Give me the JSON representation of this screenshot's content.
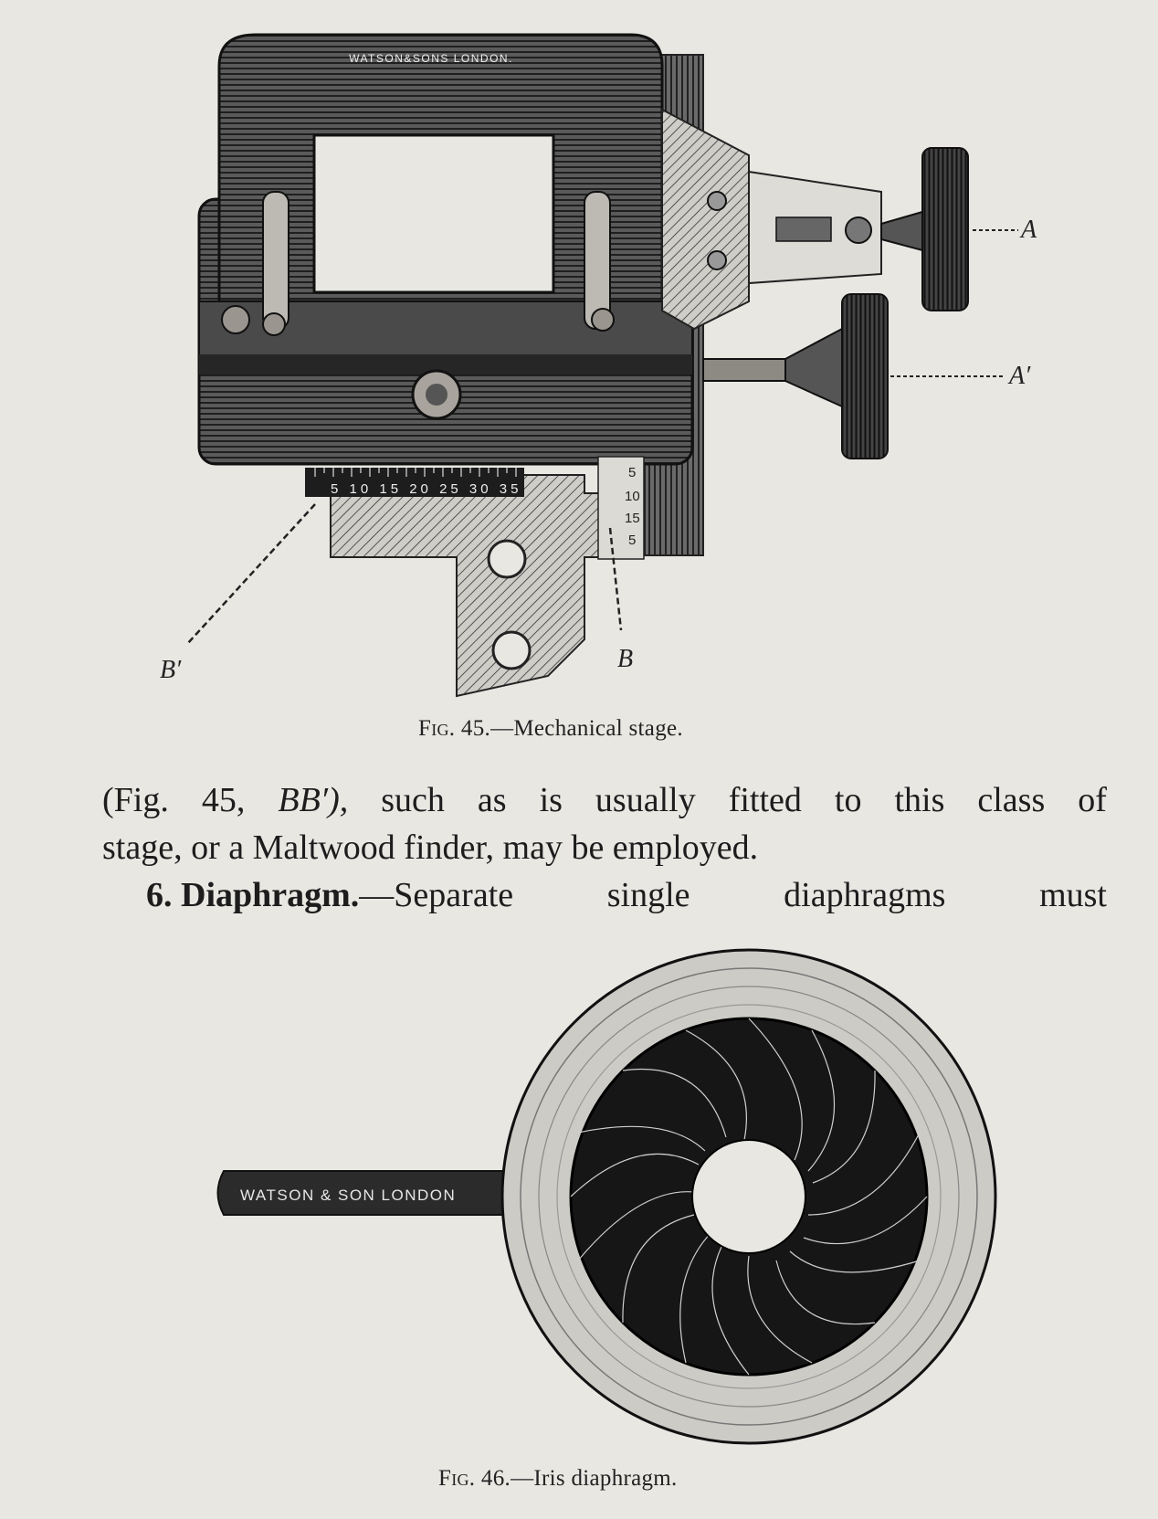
{
  "figure45": {
    "plate_text": "WATSON&SONS LONDON.",
    "scale_b_prime": "5 10 15 20 25 30 35",
    "scale_b": [
      "5",
      "10",
      "15",
      "5"
    ],
    "label_a": "A",
    "label_a_prime": "A′",
    "label_b": "B",
    "label_b_prime": "B′",
    "caption_fig": "Fig.",
    "caption_rest": "45.—Mechanical stage."
  },
  "body": {
    "line1": [
      "(Fig.",
      "45,",
      "BB′),",
      "such",
      "as",
      "is",
      "usually",
      "fitted",
      "to",
      "this",
      "class",
      "of"
    ],
    "line2": "stage, or a Maltwood finder, may be employed.",
    "line3_bold": "6. Diaphragm.",
    "line3_rest": [
      "—Separate",
      "single",
      "diaphragms",
      "must"
    ]
  },
  "figure46": {
    "handle_text": "WATSON & SON LONDON",
    "caption_fig": "Fig.",
    "caption_rest": "46.—Iris diaphragm."
  }
}
